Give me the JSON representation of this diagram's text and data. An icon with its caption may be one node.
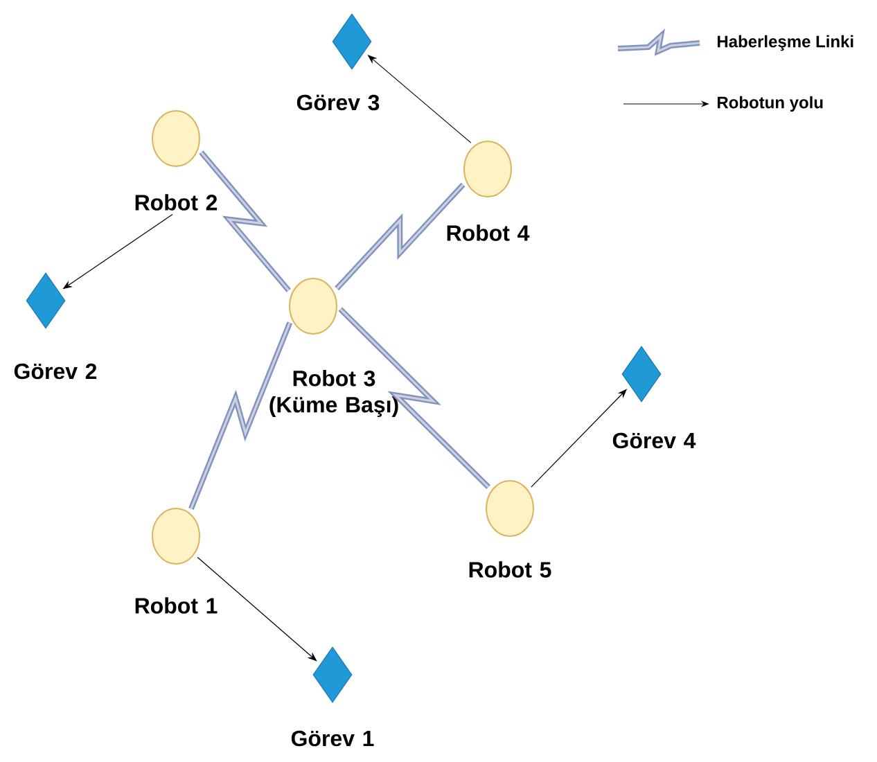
{
  "diagram": {
    "nodes": [
      {
        "text": [
          "Robot 1"
        ]
      },
      {
        "text": [
          "Robot 2"
        ]
      },
      {
        "text": [
          "Robot 3 (Küme Başı)"
        ]
      },
      {
        "text": [
          "Robot 4"
        ]
      },
      {
        "text": [
          "Robot 5"
        ]
      },
      {
        "text": [
          "Görev 1"
        ]
      },
      {
        "text": [
          "Görev 2"
        ]
      },
      {
        "text": [
          "Görev 3"
        ]
      },
      {
        "text": [
          "Görev 4"
        ]
      }
    ],
    "edges": [
      {
        "from": 1,
        "to": 2,
        "arrow": "none",
        "style": "thick",
        "color": "#7f93c3"
      },
      {
        "from": 3,
        "to": 2,
        "arrow": "none",
        "style": "thick",
        "color": "#7f93c3"
      },
      {
        "from": 2,
        "to": 4,
        "arrow": "none",
        "style": "thick",
        "color": "#7f93c3"
      },
      {
        "from": 0,
        "to": 2,
        "arrow": "none",
        "style": "thick",
        "color": "#7f93c3"
      },
      {
        "from": 1,
        "to": 6,
        "arrow": "to",
        "color": "#000000"
      },
      {
        "from": 3,
        "to": 7,
        "arrow": "to",
        "color": "#000000"
      },
      {
        "from": 4,
        "to": 8,
        "arrow": "to",
        "color": "#000000"
      },
      {
        "from": 0,
        "to": 5,
        "arrow": "to",
        "color": "#000000"
      }
    ],
    "legend": [
      {
        "text": "Haberleşme Linki"
      },
      {
        "text": "Robotun yolu"
      }
    ]
  }
}
